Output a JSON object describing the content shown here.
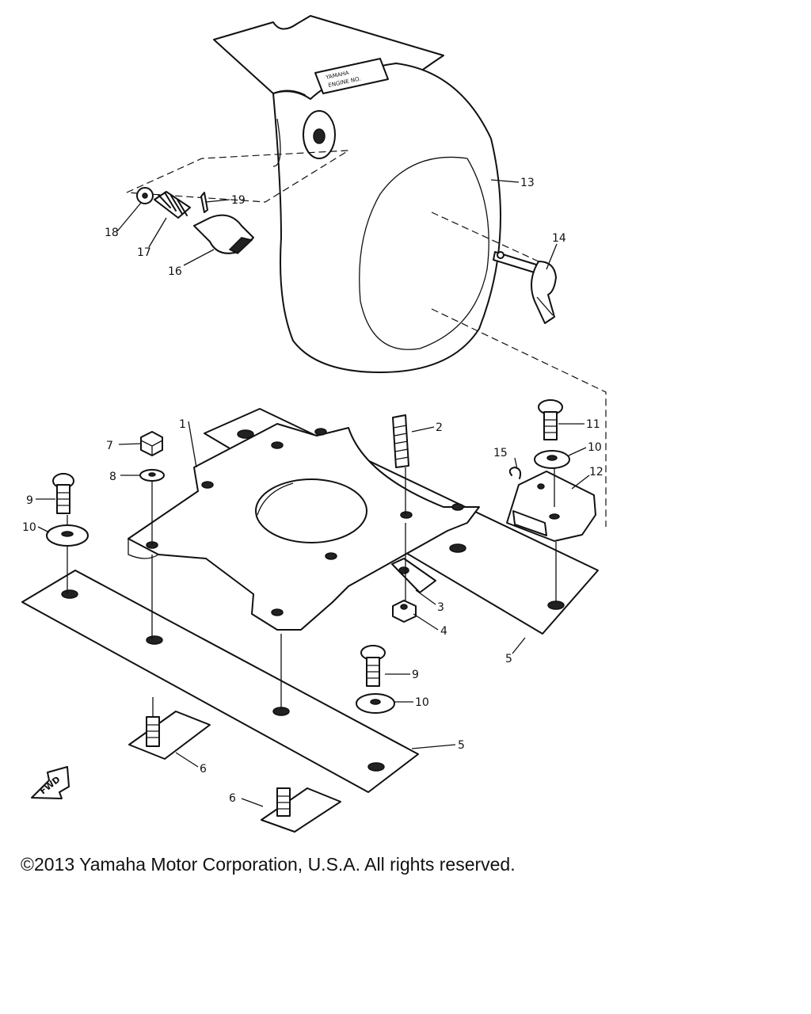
{
  "diagram": {
    "callouts": [
      "1",
      "2",
      "3",
      "4",
      "5",
      "5",
      "6",
      "6",
      "7",
      "8",
      "9",
      "9",
      "10",
      "10",
      "10",
      "11",
      "12",
      "13",
      "14",
      "15",
      "16",
      "17",
      "18",
      "19"
    ],
    "fwd_label": "FWD"
  },
  "footer": {
    "copyright": "©2013 Yamaha Motor Corporation, U.S.A. All rights reserved."
  }
}
